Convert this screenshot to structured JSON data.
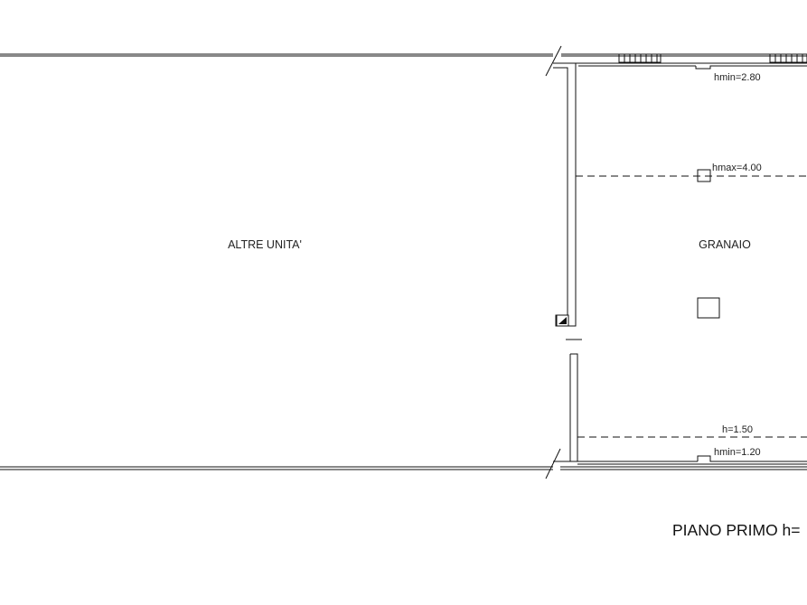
{
  "rooms": {
    "left_label": "ALTRE UNITA'",
    "right_label": "GRANAIO"
  },
  "annotations": {
    "hmin_top": "hmin=2.80",
    "hmax": "hmax=4.00",
    "h_low": "h=1.50",
    "hmin_bottom": "hmin=1.20"
  },
  "footer": {
    "title": "PIANO PRIMO h="
  },
  "colors": {
    "ink": "#111111",
    "background": "#ffffff"
  }
}
